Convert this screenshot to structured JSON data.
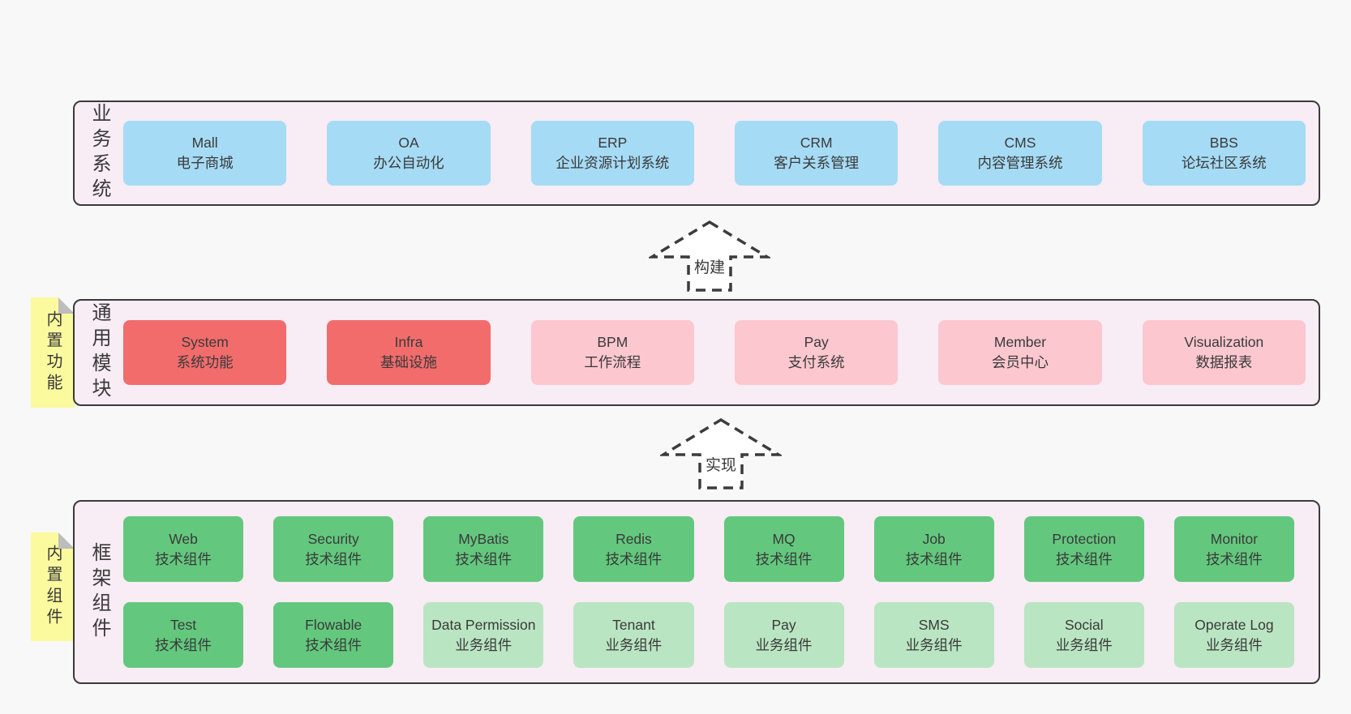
{
  "colors": {
    "blue": "#a6dbf5",
    "red": "#f26c6c",
    "pink": "#fcc7cf",
    "green": "#63c87e",
    "lightgreen": "#bae5c2",
    "canvas-bg": "#f8f8f8",
    "container-fill": "#f8ecf5",
    "container-border": "#3a3a3a",
    "note-fill": "#fbfa9e",
    "note-fold": "#bdbdbd",
    "arrow-stroke": "#3c3c3c",
    "text": "#3a3a3a"
  },
  "arrows": [
    {
      "label": "构建"
    },
    {
      "label": "实现"
    }
  ],
  "sections": [
    {
      "label": "业务系统",
      "rows": [
        [
          {
            "name": "Mall",
            "desc": "电子商城",
            "variant": "blue"
          },
          {
            "name": "OA",
            "desc": "办公自动化",
            "variant": "blue"
          },
          {
            "name": "ERP",
            "desc": "企业资源计划系统",
            "variant": "blue"
          },
          {
            "name": "CRM",
            "desc": "客户关系管理",
            "variant": "blue"
          },
          {
            "name": "CMS",
            "desc": "内容管理系统",
            "variant": "blue"
          },
          {
            "name": "BBS",
            "desc": "论坛社区系统",
            "variant": "blue"
          }
        ]
      ]
    },
    {
      "label": "通用模块",
      "note": "内置功能",
      "rows": [
        [
          {
            "name": "System",
            "desc": "系统功能",
            "variant": "red"
          },
          {
            "name": "Infra",
            "desc": "基础设施",
            "variant": "red"
          },
          {
            "name": "BPM",
            "desc": "工作流程",
            "variant": "pink"
          },
          {
            "name": "Pay",
            "desc": "支付系统",
            "variant": "pink"
          },
          {
            "name": "Member",
            "desc": "会员中心",
            "variant": "pink"
          },
          {
            "name": "Visualization",
            "desc": "数据报表",
            "variant": "pink"
          }
        ]
      ]
    },
    {
      "label": "框架组件",
      "note": "内置组件",
      "rows": [
        [
          {
            "name": "Web",
            "desc": "技术组件",
            "variant": "green"
          },
          {
            "name": "Security",
            "desc": "技术组件",
            "variant": "green"
          },
          {
            "name": "MyBatis",
            "desc": "技术组件",
            "variant": "green"
          },
          {
            "name": "Redis",
            "desc": "技术组件",
            "variant": "green"
          },
          {
            "name": "MQ",
            "desc": "技术组件",
            "variant": "green"
          },
          {
            "name": "Job",
            "desc": "技术组件",
            "variant": "green"
          },
          {
            "name": "Protection",
            "desc": "技术组件",
            "variant": "green"
          },
          {
            "name": "Monitor",
            "desc": "技术组件",
            "variant": "green"
          }
        ],
        [
          {
            "name": "Test",
            "desc": "技术组件",
            "variant": "green"
          },
          {
            "name": "Flowable",
            "desc": "技术组件",
            "variant": "green"
          },
          {
            "name": "Data Permission",
            "desc": "业务组件",
            "variant": "lightgreen"
          },
          {
            "name": "Tenant",
            "desc": "业务组件",
            "variant": "lightgreen"
          },
          {
            "name": "Pay",
            "desc": "业务组件",
            "variant": "lightgreen"
          },
          {
            "name": "SMS",
            "desc": "业务组件",
            "variant": "lightgreen"
          },
          {
            "name": "Social",
            "desc": "业务组件",
            "variant": "lightgreen"
          },
          {
            "name": "Operate Log",
            "desc": "业务组件",
            "variant": "lightgreen"
          }
        ]
      ]
    }
  ]
}
